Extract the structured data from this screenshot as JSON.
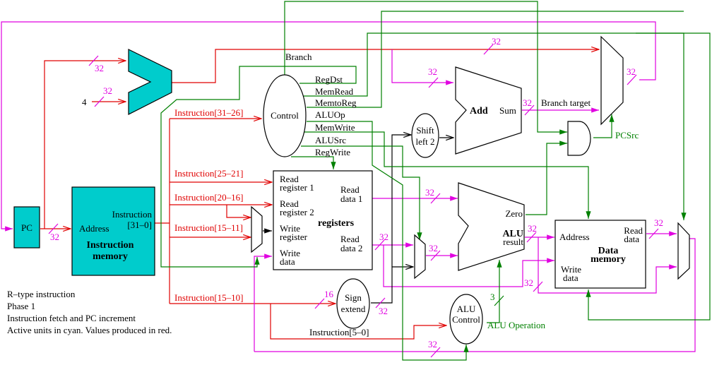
{
  "colors": {
    "active_unit": "#00cccc",
    "value_wire": "#e00000",
    "control_wire": "#008000",
    "bus_width": "#e000e0",
    "inactive": "#000000"
  },
  "units": {
    "pc": "PC",
    "instruction_memory": {
      "title_line1": "Instruction",
      "title_line2": "memory",
      "address": "Address",
      "out_line1": "Instruction",
      "out_line2": "[31–0]"
    },
    "control": "Control",
    "registers": {
      "title": "registers",
      "read_reg1_a": "Read",
      "read_reg1_b": "register 1",
      "read_reg2_a": "Read",
      "read_reg2_b": "register 2",
      "write_reg_a": "Write",
      "write_reg_b": "register",
      "write_data_a": "Write",
      "write_data_b": "data",
      "read_data1_a": "Read",
      "read_data1_b": "data 1",
      "read_data2_a": "Read",
      "read_data2_b": "data 2"
    },
    "shift_left": {
      "line1": "Shift",
      "line2": "left 2"
    },
    "adder": {
      "label": "Add",
      "sum": "Sum"
    },
    "alu": {
      "zero": "Zero",
      "result_a": "ALU",
      "result_b": "result"
    },
    "data_memory": {
      "title_a": "Data",
      "title_b": "memory",
      "address": "Address",
      "read_a": "Read",
      "read_b": "data",
      "write_a": "Write",
      "write_b": "data"
    },
    "sign_extend": {
      "line1": "Sign",
      "line2": "extend"
    },
    "alu_control": {
      "line1": "ALU",
      "line2": "Control"
    }
  },
  "control_signals": [
    "Branch",
    "RegDst",
    "MemRead",
    "MemtoReg",
    "ALUOp",
    "MemWrite",
    "ALUSrc",
    "RegWrite"
  ],
  "instruction_fields": {
    "f31_26": "Instruction[31–26]",
    "f25_21": "Instruction[25–21]",
    "f20_16": "Instruction[20–16]",
    "f15_11": "Instruction[15–11]",
    "f15_0": "Instruction[15–10]",
    "f5_0": "Instruction[5–0]"
  },
  "labels": {
    "const4": "4",
    "branch_target": "Branch target",
    "pcsrc": "PCSrc",
    "alu_operation": "ALU Operation"
  },
  "bus_widths": {
    "w32": "32",
    "w16": "16",
    "w3": "3"
  },
  "caption": [
    "R–type instruction",
    "Phase 1",
    "Instruction fetch and PC increment",
    "Active units in cyan.  Values produced in red."
  ]
}
